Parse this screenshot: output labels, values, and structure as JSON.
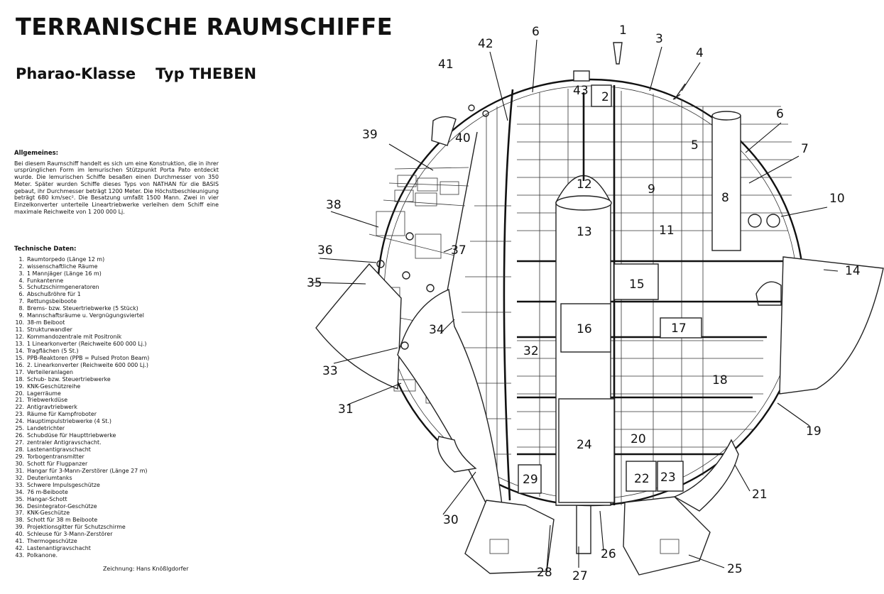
{
  "title": "TERRANISCHE RAUMSCHIFFE",
  "subtitle": {
    "class_name": "Pharao-Klasse",
    "type_name": "Typ THEBEN"
  },
  "general": {
    "heading": "Allgemeines:",
    "text": "Bei diesem Raumschiff handelt es sich um eine Konstruktion, die in ihrer ursprünglichen Form im lemurischen Stützpunkt Porta Pato entdeckt wurde. Die lemurischen Schiffe besaßen einen Durchmesser von 350 Meter. Später wurden Schiffe dieses Typs von NATHAN für die BASIS gebaut, ihr Durchmesser beträgt 1200 Meter. Die Höchstbeschleunigung beträgt 680 km/sec². Die Besatzung umfaßt 1500 Mann. Zwei in vier Einzelkonverter unterteile Lineartriebwerke verleihen dem Schiff eine maximale Reichweite von 1 200 000 Lj."
  },
  "technical": {
    "heading": "Technische Daten:",
    "items": [
      {
        "n": "1.",
        "label": "Raumtorpedo (Länge 12 m)"
      },
      {
        "n": "2.",
        "label": "wissenschaftliche Räume"
      },
      {
        "n": "3.",
        "label": "1 Mannjäger (Länge 16 m)"
      },
      {
        "n": "4.",
        "label": "Funkantenne"
      },
      {
        "n": "5.",
        "label": "Schutzschirmgeneratoren"
      },
      {
        "n": "6.",
        "label": "Abschußröhre für 1"
      },
      {
        "n": "7.",
        "label": "Rettungsbeiboote"
      },
      {
        "n": "8.",
        "label": "Brems- bzw. Steuertriebwerke (5 Stück)"
      },
      {
        "n": "9.",
        "label": "Mannschaftsräume u. Vergnügungsviertel"
      },
      {
        "n": "10.",
        "label": "38-m Beiboot"
      },
      {
        "n": "11.",
        "label": "Strukturwandler"
      },
      {
        "n": "12.",
        "label": "Kommandozentrale mit Positronik"
      },
      {
        "n": "13.",
        "label": "1 Linearkonverter (Reichweite 600 000 Lj.)"
      },
      {
        "n": "14.",
        "label": "Tragflächen (5 St.)"
      },
      {
        "n": "15.",
        "label": "PPB-Reaktoren (PPB = Pulsed Proton Beam)"
      },
      {
        "n": "16.",
        "label": "2. Linearkonverter (Reichweite 600 000 Lj.)"
      },
      {
        "n": "17.",
        "label": "Verteileranlagen"
      },
      {
        "n": "18.",
        "label": "Schub- bzw. Steuertriebwerke"
      },
      {
        "n": "19.",
        "label": "KNK-Geschützreihe"
      },
      {
        "n": "20.",
        "label": "Lagerräume"
      },
      {
        "n": "21.",
        "label": "Triebwerkdüse"
      },
      {
        "n": "22.",
        "label": "Antigravtriebwerk"
      },
      {
        "n": "23.",
        "label": "Räume für Kampfroboter"
      },
      {
        "n": "24.",
        "label": "Hauptimpulstriebwerke (4 St.)"
      },
      {
        "n": "25.",
        "label": "Landetrichter"
      },
      {
        "n": "26.",
        "label": "Schubdüse für Haupttriebwerke"
      },
      {
        "n": "27.",
        "label": "zentraler Antigravschacht."
      },
      {
        "n": "28.",
        "label": "Lastenantigravschacht"
      },
      {
        "n": "29.",
        "label": "Torbogentransmitter"
      },
      {
        "n": "30.",
        "label": "Schott für Flugpanzer"
      },
      {
        "n": "31.",
        "label": "Hangar für 3-Mann-Zerstörer (Länge 27 m)"
      },
      {
        "n": "32.",
        "label": "Deuteriumtanks"
      },
      {
        "n": "33.",
        "label": "Schwere Impulsgeschütze"
      },
      {
        "n": "34.",
        "label": "76 m-Beiboote"
      },
      {
        "n": "35.",
        "label": "Hangar-Schott"
      },
      {
        "n": "36.",
        "label": "Desintegrator-Geschütze"
      },
      {
        "n": "37.",
        "label": "KNK-Geschütze"
      },
      {
        "n": "38.",
        "label": "Schott für 38 m Beiboote"
      },
      {
        "n": "39.",
        "label": "Projektionsgitter für Schutzschirme"
      },
      {
        "n": "40.",
        "label": "Schleuse für 3-Mann-Zerstörer"
      },
      {
        "n": "41.",
        "label": "Thermogeschütze"
      },
      {
        "n": "42.",
        "label": "Lastenantigravschacht"
      },
      {
        "n": "43.",
        "label": "Polkanone."
      }
    ]
  },
  "credit": "Zeichnung: Hans Knößlgdorfer",
  "callouts": [
    "1",
    "2",
    "3",
    "4",
    "5",
    "6",
    "7",
    "8",
    "9",
    "10",
    "11",
    "12",
    "13",
    "14",
    "15",
    "16",
    "17",
    "18",
    "19",
    "20",
    "21",
    "22",
    "23",
    "24",
    "25",
    "26",
    "27",
    "28",
    "29",
    "30",
    "31",
    "32",
    "33",
    "34",
    "35",
    "36",
    "37",
    "38",
    "39",
    "40",
    "41",
    "42",
    "43"
  ],
  "callout_second_6": "6"
}
